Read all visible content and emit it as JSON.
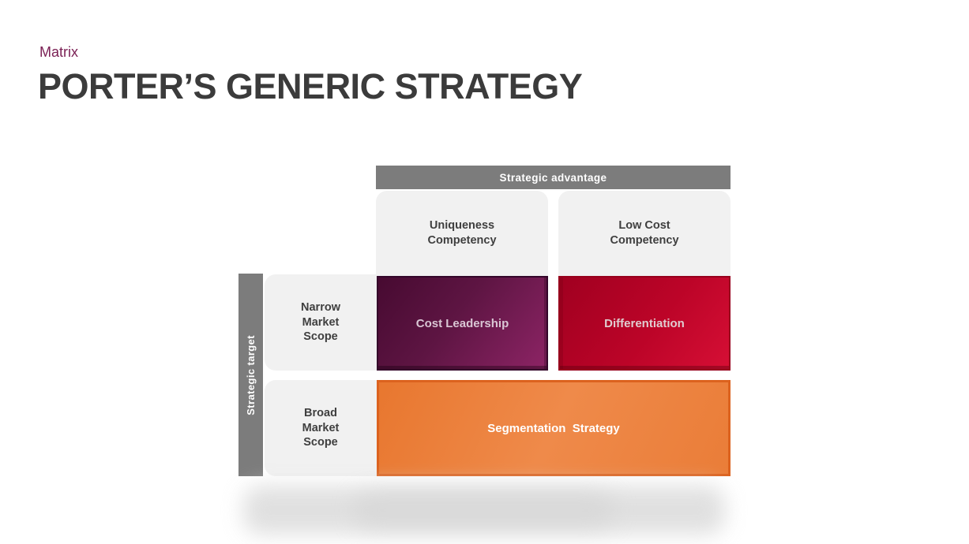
{
  "slide": {
    "kicker": "Matrix",
    "title": "PORTER’S GENERIC STRATEGY"
  },
  "matrix": {
    "column_axis": {
      "label": "Strategic advantage"
    },
    "row_axis": {
      "label": "Strategic target"
    },
    "columns": [
      {
        "label": "Uniqueness\nCompetency"
      },
      {
        "label": "Low Cost\nCompetency"
      }
    ],
    "rows": [
      {
        "label": "Narrow\nMarket\nScope"
      },
      {
        "label": "Broad\nMarket\nScope"
      }
    ],
    "cells": [
      {
        "label": "Cost Leadership",
        "row": "Narrow Market Scope",
        "column": "Uniqueness Competency"
      },
      {
        "label": "Differentiation",
        "row": "Narrow Market Scope",
        "column": "Low Cost Competency"
      },
      {
        "label": "Segmentation  Strategy",
        "row": "Broad Market Scope",
        "column": "Uniqueness Competency + Low Cost Competency"
      }
    ]
  },
  "colors": {
    "kicker_text": "#7B2155",
    "title_text": "#3B3B3B",
    "axis_bar": "#7C7C7C",
    "axis_bar_text": "#FFFFFF",
    "header_box": "#F1F1F1",
    "header_text": "#3F3F3F",
    "cell_cost_leadership_gradient": [
      "#470A31",
      "#8D2465"
    ],
    "cell_differentiation_gradient": [
      "#A00020",
      "#D60F35"
    ],
    "cell_segmentation_gradient": [
      "#E8772F",
      "#EF8A4A"
    ],
    "cell_text_light": "#FFFFFF"
  }
}
